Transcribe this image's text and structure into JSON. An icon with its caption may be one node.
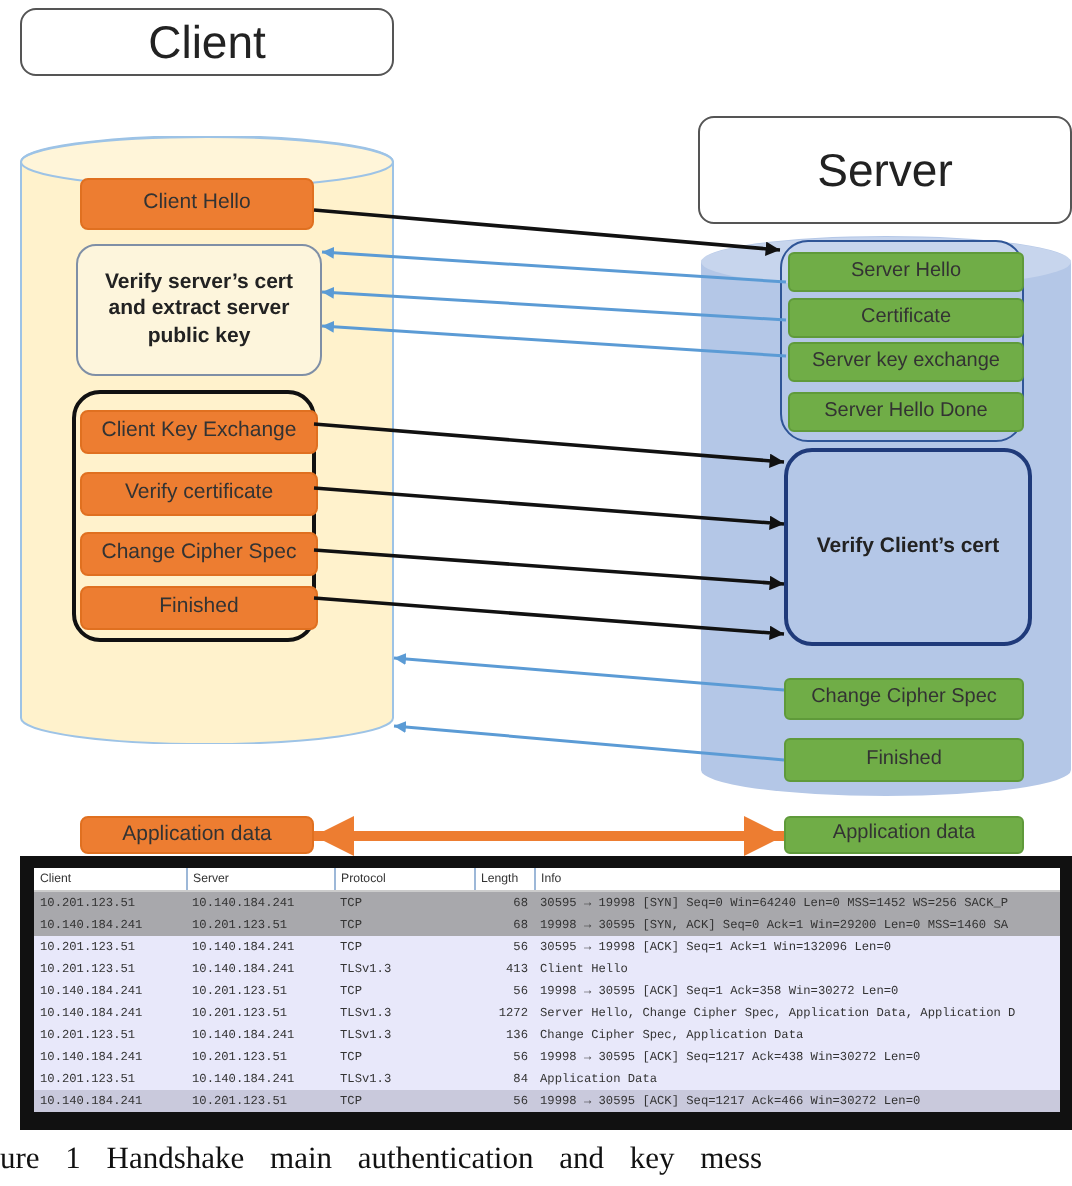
{
  "diagram": {
    "caption": "ure 1 Handshake main authentication and key mess",
    "nodes": [
      {
        "text": [
          "Client"
        ]
      },
      {
        "text": [],
        "shape": "cylinder"
      },
      {
        "text": [
          "Client Hello"
        ],
        "in": 1
      },
      {
        "text": [
          "Verify server’s cert and extract server public key"
        ],
        "in": 1
      },
      {
        "text": [],
        "shape": "box",
        "in": 1
      },
      {
        "text": [
          "Client Key Exchange"
        ],
        "in": 4
      },
      {
        "text": [
          "Verify certificate"
        ],
        "in": 4
      },
      {
        "text": [
          "Change Cipher Spec"
        ],
        "in": 4
      },
      {
        "text": [
          "Finished"
        ],
        "in": 4
      },
      {
        "text": [
          "Server"
        ]
      },
      {
        "text": [],
        "shape": "cylinder"
      },
      {
        "text": [],
        "shape": "box",
        "in": 10
      },
      {
        "text": [
          "Server Hello"
        ],
        "in": 11
      },
      {
        "text": [
          "Certificate"
        ],
        "in": 11
      },
      {
        "text": [
          "Server key exchange"
        ],
        "in": 11
      },
      {
        "text": [
          "Server Hello Done"
        ],
        "in": 11
      },
      {
        "text": [
          "Verify Client’s cert"
        ],
        "in": 10
      },
      {
        "text": [
          "Change Cipher Spec"
        ],
        "in": 10
      },
      {
        "text": [
          "Finished"
        ],
        "in": 10
      },
      {
        "text": [
          "Application data"
        ]
      },
      {
        "text": [
          "Application data"
        ]
      }
    ],
    "edges": [
      {
        "from": 2,
        "to": 11,
        "arrow": "to"
      },
      {
        "from": 12,
        "to": 3,
        "arrow": "to",
        "color": "#5b9bd5"
      },
      {
        "from": 13,
        "to": 3,
        "arrow": "to",
        "color": "#5b9bd5"
      },
      {
        "from": 14,
        "to": 3,
        "arrow": "to",
        "color": "#5b9bd5"
      },
      {
        "from": 5,
        "to": 16,
        "arrow": "to"
      },
      {
        "from": 6,
        "to": 16,
        "arrow": "to"
      },
      {
        "from": 7,
        "to": 16,
        "arrow": "to"
      },
      {
        "from": 8,
        "to": 16,
        "arrow": "to"
      },
      {
        "from": 17,
        "to": 1,
        "arrow": "to",
        "color": "#5b9bd5"
      },
      {
        "from": 18,
        "to": 1,
        "arrow": "to",
        "color": "#5b9bd5"
      },
      {
        "from": 19,
        "to": 20,
        "arrow": "both",
        "style": "thick",
        "color": "#ed7d31"
      }
    ],
    "labels": [
      "Client",
      "Server",
      "Protocol",
      "Length",
      "Info",
      "10.201.123.51",
      "10.140.184.241",
      "TCP",
      "68",
      "30595 → 19998 [SYN] Seq=0 Win=64240 Len=0 MSS=1452 WS=256 SACK_P",
      "10.140.184.241",
      "10.201.123.51",
      "TCP",
      "68",
      "19998 → 30595 [SYN, ACK] Seq=0 Ack=1 Win=29200 Len=0 MSS=1460 SA",
      "10.201.123.51",
      "10.140.184.241",
      "TCP",
      "56",
      "30595 → 19998 [ACK] Seq=1 Ack=1 Win=132096 Len=0",
      "10.201.123.51",
      "10.140.184.241",
      "TLSv1.3",
      "413",
      "Client Hello",
      "10.140.184.241",
      "10.201.123.51",
      "TCP",
      "56",
      "19998 → 30595 [ACK] Seq=1 Ack=358 Win=30272 Len=0",
      "10.140.184.241",
      "10.201.123.51",
      "TLSv1.3",
      "1272",
      "Server Hello, Change Cipher Spec, Application Data, Application D",
      "10.201.123.51",
      "10.140.184.241",
      "TLSv1.3",
      "136",
      "Change Cipher Spec, Application Data",
      "10.140.184.241",
      "10.201.123.51",
      "TCP",
      "56",
      "19998 → 30595 [ACK] Seq=1217 Ack=438 Win=30272 Len=0",
      "10.201.123.51",
      "10.140.184.241",
      "TLSv1.3",
      "84",
      "Application Data",
      "10.140.184.241",
      "10.201.123.51",
      "TCP",
      "56",
      "19998 → 30595 [ACK] Seq=1217 Ack=466 Win=30272 Len=0"
    ]
  }
}
